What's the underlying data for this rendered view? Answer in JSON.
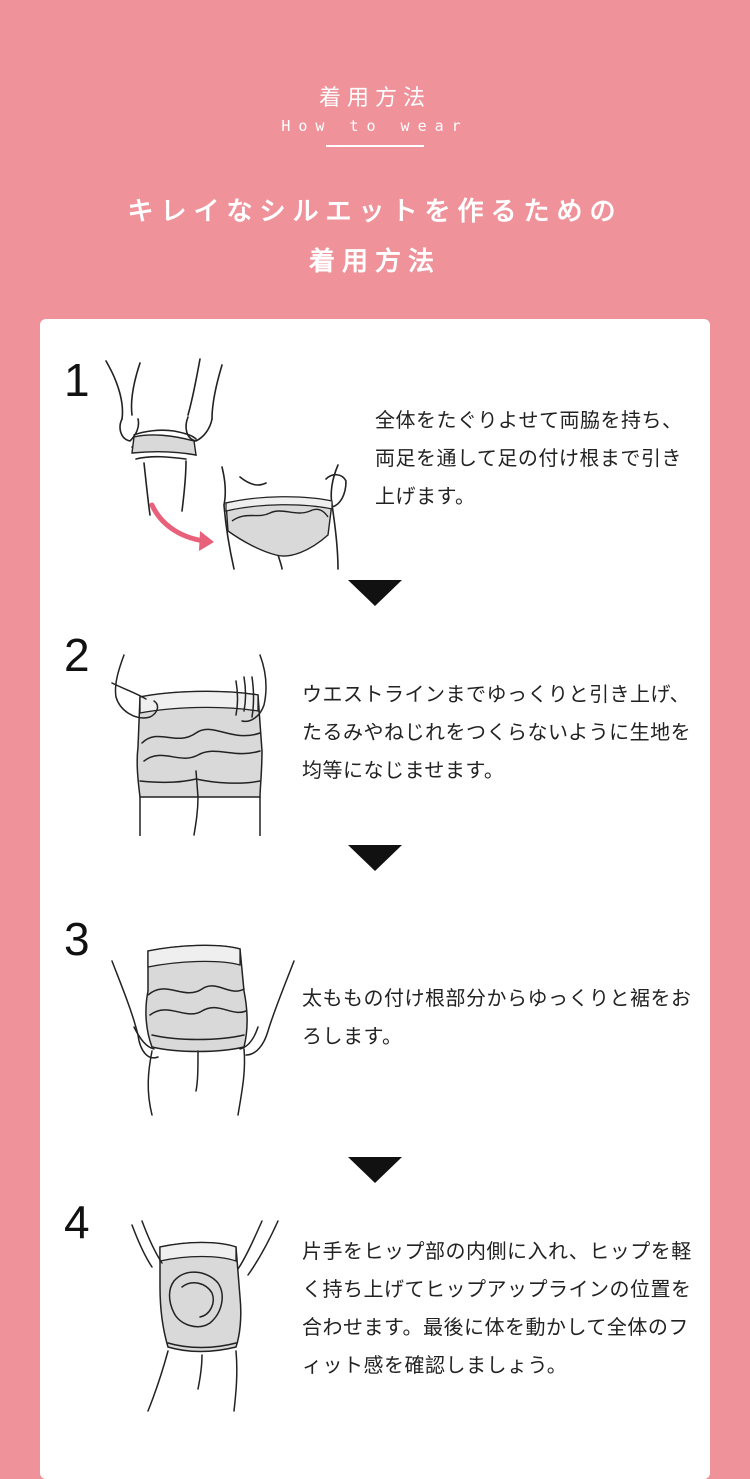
{
  "header": {
    "title": "着用方法",
    "subtitle": "How to wear",
    "lead_line1": "キレイなシルエットを作るための",
    "lead_line2": "着用方法"
  },
  "steps": [
    {
      "number": "1",
      "text": "全体をたぐりよせて両脇を持ち、両足を通して足の付け根まで引き上げます。"
    },
    {
      "number": "2",
      "text": "ウエストラインまでゆっくりと引き上げ、たるみやねじれをつくらないように生地を均等になじませます。"
    },
    {
      "number": "3",
      "text": "太ももの付け根部分からゆっくりと裾をおろします。"
    },
    {
      "number": "4",
      "text": "片手をヒップ部の内側に入れ、ヒップを軽く持ち上げてヒップアップラインの位置を合わせます。最後に体を動かして全体のフィット感を確認しましょう。"
    }
  ],
  "colors": {
    "background": "#ef929a",
    "card": "#ffffff",
    "accent_arrow": "#e8607a",
    "garment_fill": "#d9d9d9",
    "text": "#222222"
  },
  "icons": {
    "step_divider": "down-triangle-icon",
    "step1_motion": "curved-arrow-icon"
  }
}
